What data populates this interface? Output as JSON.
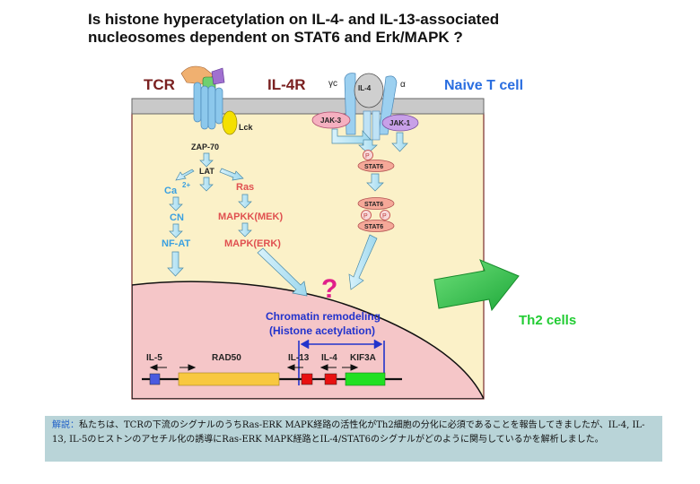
{
  "title": {
    "line1": "Is histone hyperacetylation on IL-4- and IL-13-associated",
    "line2": "nucleosomes dependent on STAT6 and Erk/MAPK ?"
  },
  "labels": {
    "tcr": "TCR",
    "il4r": "IL-4R",
    "gamma_c": "γc",
    "alpha": "α",
    "il4": "IL-4",
    "naive": "Naive T cell",
    "lck": "Lck",
    "zap70": "ZAP-70",
    "lat": "LAT",
    "ca": "Ca",
    "ca_sup": "2+",
    "cn": "CN",
    "nfat": "NF-AT",
    "ras": "Ras",
    "mapkk": "MAPKK(MEK)",
    "mapk": "MAPK(ERK)",
    "jak3": "JAK-3",
    "jak1": "JAK-1",
    "p": "P",
    "stat6": "STAT6",
    "question": "?",
    "remodel1": "Chromatin remodeling",
    "remodel2": "(Histone acetylation)",
    "th2": "Th2 cells",
    "il5": "IL-5",
    "rad50": "RAD50",
    "il13": "IL-13",
    "il4gene": "IL-4",
    "kif3a": "KIF3A"
  },
  "note": {
    "lead": "解説：",
    "text": "私たちは、TCRの下流のシグナルのうちRas-ERK MAPK経路の活性化がTh2細胞の分化に必須であることを報告してきましたが、IL-4, IL-13, IL-5のヒストンのアセチル化の誘導にRas-ERK MAPK経路とIL-4/STAT6のシグナルがどのように関与しているかを解析しました。"
  },
  "colors": {
    "cytoplasm": "#fbf1c8",
    "nucleus": "#f5c6c8",
    "membrane": "#c9c9c9",
    "red_label": "#e05050",
    "blue_label": "#3aa0e0",
    "remodel_blue": "#2233cc",
    "green": "#22cc33",
    "magenta": "#e0208a",
    "jak_pink": "#f5b0c0",
    "jak_purple": "#c8a0e8"
  }
}
